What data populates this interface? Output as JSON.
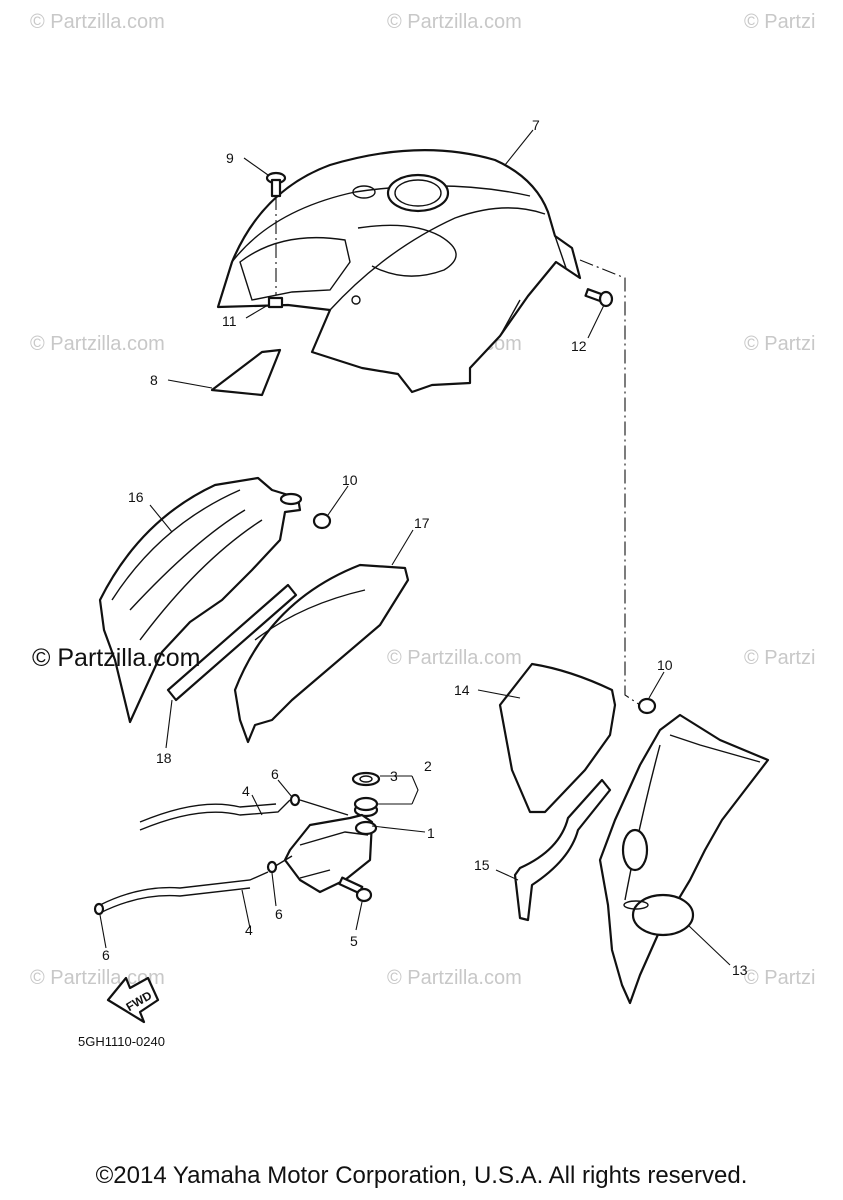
{
  "watermark": "© Partzilla.com",
  "watermark_partial": "© Partzi",
  "diagram_code": "5GH1110-0240",
  "fwd_label": "FWD",
  "copyright": "©2014 Yamaha Motor Corporation, U.S.A. All rights reserved.",
  "callouts": [
    "1",
    "2",
    "3",
    "4",
    "4",
    "5",
    "6",
    "6",
    "6",
    "7",
    "8",
    "9",
    "10",
    "10",
    "11",
    "12",
    "13",
    "14",
    "15",
    "16",
    "17",
    "18"
  ]
}
